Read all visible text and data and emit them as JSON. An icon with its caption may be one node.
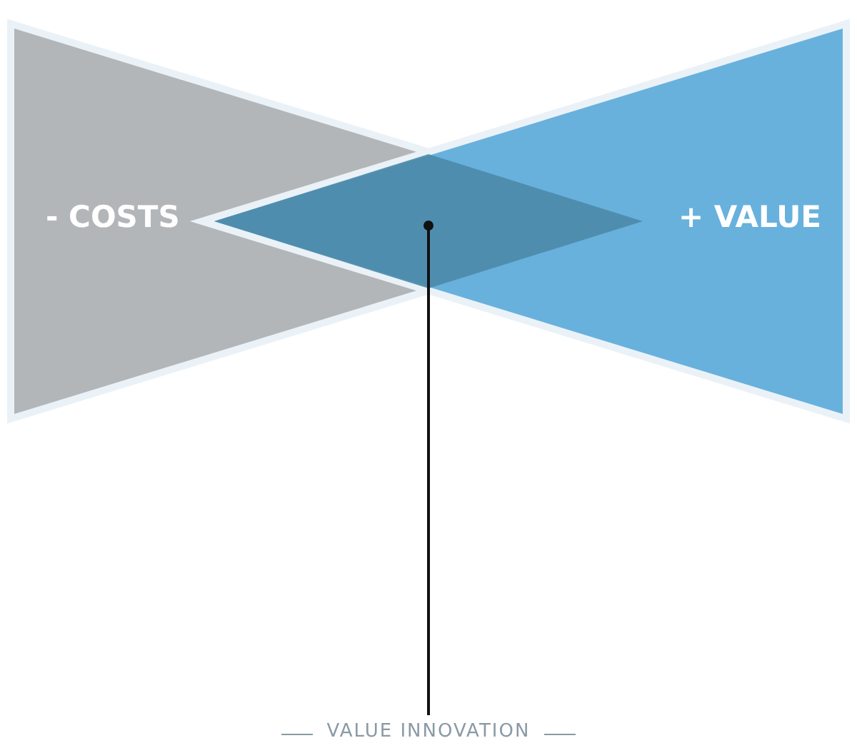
{
  "diagram": {
    "nodes": [
      {
        "text": [
          "- COSTS"
        ]
      },
      {
        "text": [
          "+ VALUE"
        ]
      },
      {
        "text": [],
        "shape": "diamond"
      },
      {
        "text": [
          "VALUE INNOVATION"
        ]
      }
    ],
    "edges": [
      {
        "from": 3,
        "to": 2,
        "arrow": "other"
      }
    ]
  }
}
